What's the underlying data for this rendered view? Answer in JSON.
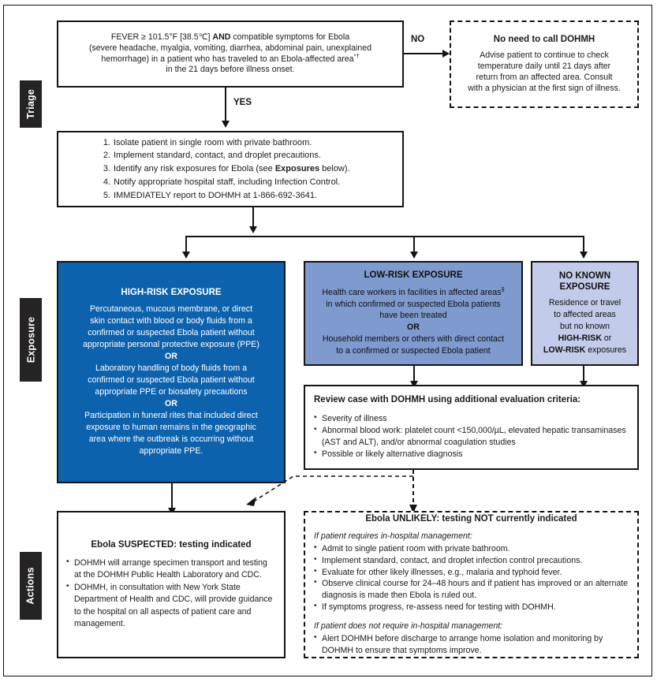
{
  "lanes": [
    {
      "label": "Triage"
    },
    {
      "label": "Exposure"
    },
    {
      "label": "Actions"
    }
  ],
  "edges": {
    "no_label": "NO",
    "yes_label": "YES"
  },
  "triage": {
    "screening_box": {
      "line1_a": "FEVER ≥ 101.5°F [38.5℃] ",
      "line1_b": "AND",
      "line1_c": " compatible symptoms for Ebola",
      "line2": "(severe headache, myalgia, vomiting, diarrhea, abdominal pain, unexplained",
      "line3_a": "hemorrhage) in a patient who has traveled to an Ebola-affected area",
      "line3_sup": "*†",
      "line4": "in the 21 days before illness onset."
    },
    "no_need_box": {
      "title": "No need to call DOHMH",
      "line1": "Advise patient to continue to check",
      "line2": "temperature daily until 21 days after",
      "line3": "return from an affected area. Consult",
      "line4": "with a physician at the first sign of illness."
    },
    "steps_box": {
      "steps": [
        {
          "num": "1.",
          "pre": "Isolate patient in single room with private bathroom.",
          "bold": "",
          "post": ""
        },
        {
          "num": "2.",
          "pre": "Implement standard, contact, and droplet precautions.",
          "bold": "",
          "post": ""
        },
        {
          "num": "3.",
          "pre": "Identify any risk exposures for Ebola (see ",
          "bold": "Exposures",
          "post": " below)."
        },
        {
          "num": "4.",
          "pre": "Notify appropriate hospital staff, including Infection Control.",
          "bold": "",
          "post": ""
        },
        {
          "num": "5.",
          "pre": "IMMEDIATELY report to DOHMH at 1-866-692-3641.",
          "bold": "",
          "post": ""
        }
      ]
    }
  },
  "exposure": {
    "high_risk": {
      "title": "HIGH-RISK EXPOSURE",
      "lines": [
        "Percutaneous, mucous membrane, or direct",
        "skin contact with blood or body fluids from a",
        "confirmed or suspected Ebola patient without",
        "appropriate personal protective exposure (PPE)"
      ],
      "or1": "OR",
      "lines2": [
        "Laboratory handling of body fluids from a",
        "confirmed or suspected Ebola patient without",
        "appropriate PPE or biosafety precautions"
      ],
      "or2": "OR",
      "lines3": [
        "Participation in funeral rites that included direct",
        "exposure to human remains in the geographic",
        "area where the outbreak is occurring without",
        "appropriate PPE."
      ]
    },
    "low_risk": {
      "title": "LOW-RISK EXPOSURE",
      "line1_a": "Health care workers in facilities in affected areas",
      "line1_sup": "§",
      "line2": "in which confirmed or suspected Ebola patients",
      "line3": "have been treated",
      "or": "OR",
      "line4": "Household members or others with direct contact",
      "line5": "to a confirmed or suspected Ebola patient"
    },
    "no_known": {
      "title_l1": "NO KNOWN",
      "title_l2": "EXPOSURE",
      "line1": "Residence or travel",
      "line2": "to affected areas",
      "line3": "but no known",
      "line4_b": "HIGH-RISK",
      "line4_t": " or",
      "line5_b": "LOW-RISK",
      "line5_t": " exposures"
    },
    "review_box": {
      "title": "Review case with DOHMH using additional evaluation criteria:",
      "bullets": [
        "Severity of illness",
        "Abnormal blood work: platelet count <150,000/µL, elevated hepatic transaminases (AST and ALT), and/or abnormal coagulation studies",
        "Possible or likely alternative diagnosis"
      ]
    }
  },
  "actions": {
    "suspected_box": {
      "title": "Ebola SUSPECTED: testing indicated",
      "bullets": [
        "DOHMH will arrange specimen transport and testing at the DOHMH Public Health Laboratory and CDC.",
        "DOHMH, in consultation with New York State Department of Health and CDC, will provide guidance to the hospital on all aspects of patient care and management."
      ]
    },
    "unlikely_box": {
      "title": "Ebola UNLIKELY: testing NOT currently indicated",
      "subhead1": "If patient requires in-hospital management:",
      "bullets1": [
        "Admit to single patient room with private bathroom.",
        "Implement standard, contact, and droplet infection control precautions.",
        "Evaluate for other likely illnesses, e.g., malaria and typhoid fever.",
        "Observe clinical course for 24–48 hours and if patient has improved or an alternate diagnosis is made then Ebola is ruled out.",
        "If symptoms progress, re-assess need for testing with DOHMH."
      ],
      "subhead2": "If patient does not require in-hospital management:",
      "bullets2": [
        "Alert DOHMH before discharge to arrange home isolation and monitoring by DOHMH to ensure that symptoms improve."
      ]
    }
  },
  "colors": {
    "high_risk_fill": "#0d62ad",
    "low_risk_fill": "#7e9acf",
    "no_known_fill": "#c2cbe9",
    "lane_fill": "#262324",
    "stroke": "#141414"
  }
}
